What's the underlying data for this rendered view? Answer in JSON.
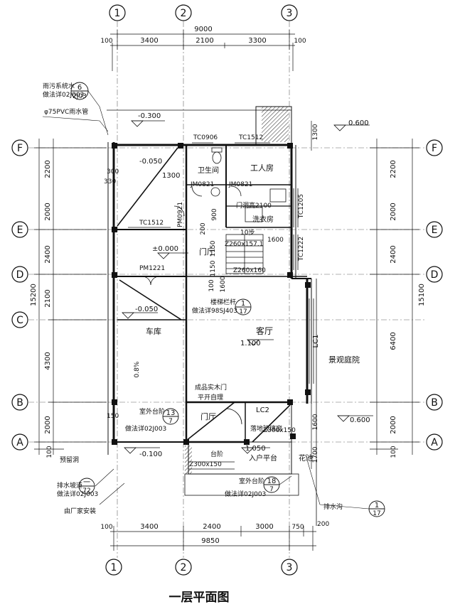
{
  "caption": "一层平面图",
  "grid_cols": [
    "1",
    "2",
    "3"
  ],
  "grid_rows": [
    "F",
    "E",
    "D",
    "C",
    "B",
    "A"
  ],
  "dims": {
    "top_total": "9000",
    "top_segments": [
      "100",
      "3400",
      "2100",
      "3300",
      "100"
    ],
    "bottom_segments": [
      "100",
      "3400",
      "2400",
      "3000",
      "750",
      "200"
    ],
    "bottom_total": "9850",
    "left_segments": [
      "2200",
      "2000",
      "2400",
      "2100",
      "4300",
      "2000",
      "100"
    ],
    "left_total": "15200",
    "right_segments": [
      "2200",
      "2000",
      "2400",
      "6400",
      "2000",
      "100"
    ],
    "right_total": "15100",
    "right_minor": [
      "1300",
      "1600",
      "1700"
    ]
  },
  "rooms": {
    "bathroom": "卫生间",
    "worker_room": "工人房",
    "laundry": "洗衣房",
    "hall": "门厅",
    "hall2": "门厅",
    "living": "客厅",
    "garage": "车库",
    "garden": "景观庭院",
    "entrance_platform": "入户平台",
    "flower_bed": "花池"
  },
  "levels": {
    "l1": "-0.300",
    "l2": "-0.050",
    "l3": "±0.000",
    "l4": "-0.050",
    "l5": "1.100",
    "l6": "0.600",
    "l7": "0.600",
    "l8": "1.050",
    "l9": "-0.100"
  },
  "labels": {
    "tc0906": "TC0906",
    "tc1512_top": "TC1512",
    "tc1512": "TC1512",
    "jm0821_a": "JM0821",
    "jm0821_b": "JM0821",
    "pm0921": "PM0921",
    "pm1221": "PM1221",
    "door_2100": "门洞高2100",
    "tc1205": "TC1205",
    "tc1222": "TC1222",
    "lc1": "LC1",
    "lc2": "LC2",
    "stair_z1": "Z260x157.1",
    "stair_z2": "Z260x160",
    "stair_s": "Z300x150",
    "stair_s2": "Z300x150",
    "stair_label": "楼梯栏杆",
    "stair_ref": "做法详98SJ403",
    "rainpipe_note": "φ75PVC雨水管",
    "rain_note": "雨污系统水",
    "rain_ref": "做法详02J003",
    "outdoor_step": "室外台阶",
    "outdoor_step_ref": "做法详02J003",
    "outdoor_step2": "室外台阶",
    "outdoor_ref2": "做法详02J003",
    "wall_ref": "做法详02J003",
    "finish_wood_door": "成品实木门",
    "double_door": "平开自理",
    "garage_slope": "0.8%",
    "wall_hole": "预留洞",
    "lc2_note": "落地玻璃窗",
    "step_label": "台阶",
    "outdoor_ramp": "排水坡道",
    "floor_drain": "排水沟",
    "frame_note": "由厂家安装",
    "n_1300": "1300",
    "n_300": "300",
    "n_330": "330",
    "n_1150a": "1150",
    "n_1150b": "1150",
    "n_900": "900",
    "n_200": "200",
    "n_1600": "1600",
    "n_100": "100",
    "n_10step": "10步",
    "n_1600b": "1600",
    "n_150": "150"
  },
  "detail_marks": [
    {
      "num": "6",
      "ref": "2J03"
    },
    {
      "num": "1",
      "ref": "17"
    },
    {
      "num": "13",
      "ref": "7"
    },
    {
      "num": "18",
      "ref": "7"
    },
    {
      "num": "1",
      "ref": "17"
    },
    {
      "num": "一",
      "ref": "72"
    }
  ]
}
